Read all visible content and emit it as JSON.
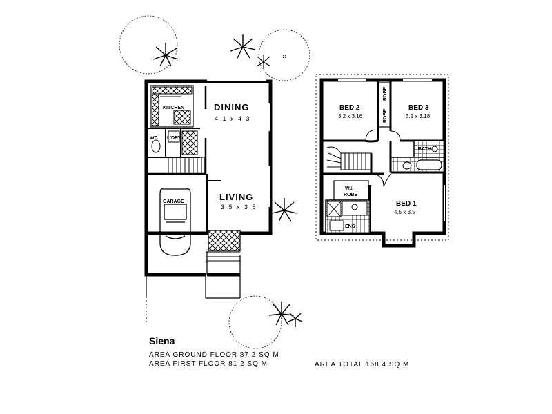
{
  "plan": {
    "ground_floor": {
      "rooms": {
        "kitchen": "KITCHEN",
        "dining": "DINING",
        "dining_size": "4 1 x 4 3",
        "living": "LIVING",
        "living_size": "3 5 x 3 5",
        "garage": "GARAGE",
        "wc": "WC",
        "laundry": "L'DRY"
      }
    },
    "first_floor": {
      "rooms": {
        "bed2": "BED 2",
        "bed2_size": "3.2 x 3.16",
        "bed3": "BED 3",
        "bed3_size": "3.2 x 3.18",
        "bed1": "BED 1",
        "bed1_size": "4.5 x 3.5",
        "robe_a": "ROBE",
        "robe_b": "ROBE",
        "wi_robe_1": "W.I.",
        "wi_robe_2": "ROBE",
        "ensuite": "ENS",
        "bath": "BATH"
      }
    }
  },
  "caption": {
    "name": "Siena",
    "ground_area": "AREA   GROUND FLOOR   87 2 SQ M",
    "first_area": "AREA   FIRST FLOOR   81 2 SQ M",
    "total_area": "AREA   TOTAL   168 4 SQ M"
  }
}
